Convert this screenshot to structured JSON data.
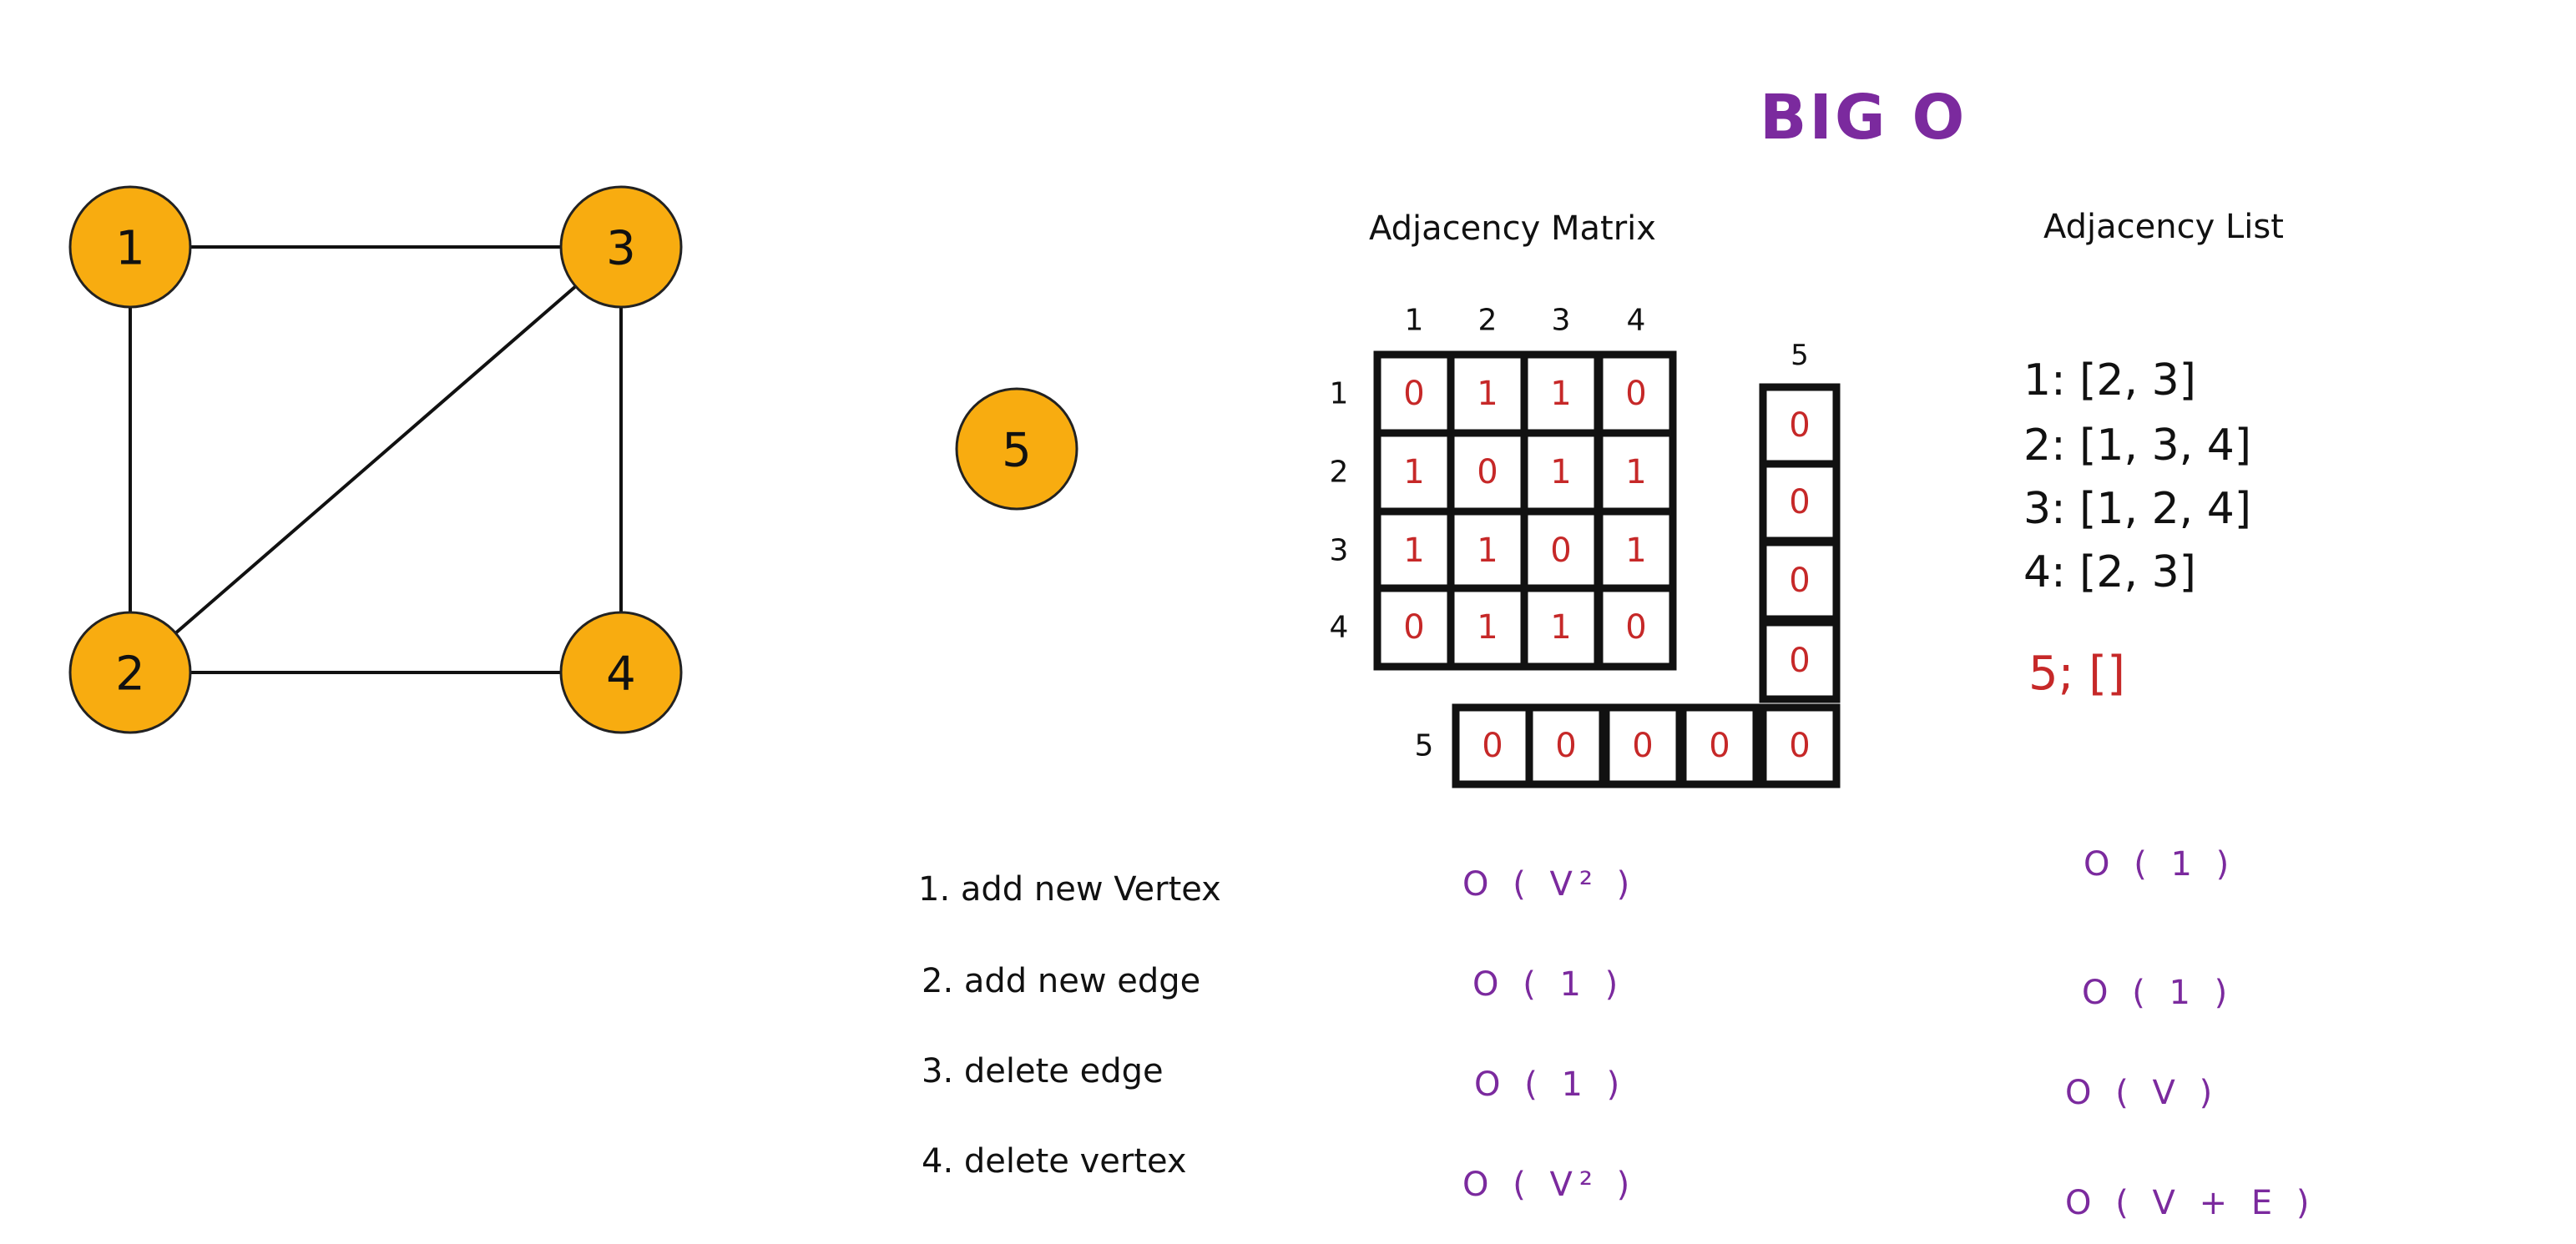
{
  "title": "BIG O",
  "graph": {
    "vertices": [
      "1",
      "2",
      "3",
      "4",
      "5"
    ],
    "edges": [
      [
        "1",
        "3"
      ],
      [
        "1",
        "2"
      ],
      [
        "2",
        "3"
      ],
      [
        "2",
        "4"
      ],
      [
        "3",
        "4"
      ]
    ]
  },
  "matrix": {
    "heading": "Adjacency Matrix",
    "col_headers": [
      "1",
      "2",
      "3",
      "4"
    ],
    "row_headers": [
      "1",
      "2",
      "3",
      "4"
    ],
    "cells": [
      [
        "0",
        "1",
        "1",
        "0"
      ],
      [
        "1",
        "0",
        "1",
        "1"
      ],
      [
        "1",
        "1",
        "0",
        "1"
      ],
      [
        "0",
        "1",
        "1",
        "0"
      ]
    ],
    "new_col_header": "5",
    "new_col_cells": [
      "0",
      "0",
      "0",
      "0"
    ],
    "new_row_header": "5",
    "new_row_cells": [
      "0",
      "0",
      "0",
      "0",
      "0"
    ]
  },
  "list": {
    "heading": "Adjacency List",
    "rows": [
      "1:   [2, 3]",
      "2: [1, 3, 4]",
      "3: [1, 2, 4]",
      "4: [2, 3]"
    ],
    "new_row": "5; []"
  },
  "operations": [
    {
      "label": "1. add new Vertex",
      "matrix": "O ( V² )",
      "list": "O ( 1 )"
    },
    {
      "label": "2. add new edge",
      "matrix": "O ( 1 )",
      "list": "O ( 1 )"
    },
    {
      "label": "3. delete edge",
      "matrix": "O ( 1 )",
      "list": "O ( V )"
    },
    {
      "label": "4. delete vertex",
      "matrix": "O ( V² )",
      "list": "O ( V + E )"
    }
  ],
  "colors": {
    "vertex_fill": "#f8ac10",
    "cell_value": "#c62828",
    "big_o": "#7b2a9e",
    "new_vertex_list": "#c62828"
  }
}
